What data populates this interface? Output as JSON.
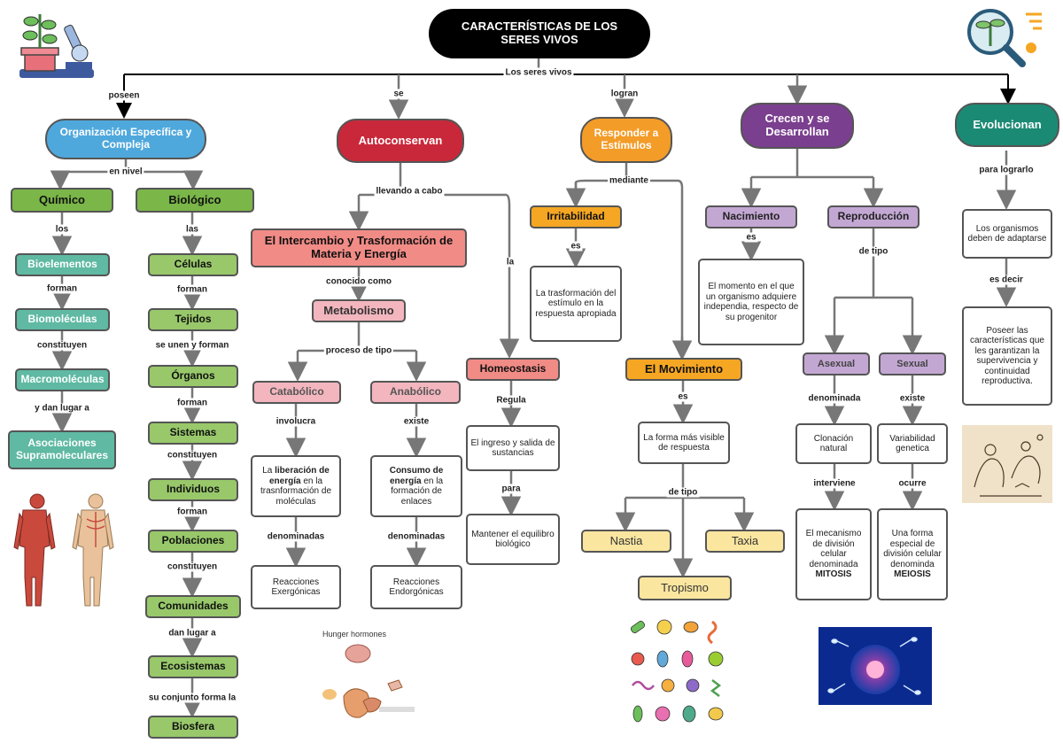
{
  "title": "CARACTERÍSTICAS DE LOS SERES VIVOS",
  "root_label": "Los seres vivos",
  "branches": {
    "org": {
      "connector": "poseen",
      "label": "Organización Específica y Compleja",
      "sub_label": "en nivel"
    },
    "auto": {
      "connector": "se",
      "label": "Autoconservan",
      "sub_label": "llevando a cabo"
    },
    "resp": {
      "connector": "logran",
      "label": "Responder a Estímulos",
      "sub_label": "mediante"
    },
    "crec": {
      "label": "Crecen y se Desarrollan"
    },
    "evol": {
      "label": "Evolucionan"
    }
  },
  "quimico": {
    "label": "Químico",
    "chain": [
      {
        "conn": "los",
        "label": "Bioelementos"
      },
      {
        "conn": "forman",
        "label": "Biomoléculas"
      },
      {
        "conn": "constituyen",
        "label": "Macromoléculas"
      },
      {
        "conn": "y dan lugar a",
        "label": "Asociaciones Supramoleculares"
      }
    ]
  },
  "biologico": {
    "label": "Biológico",
    "chain": [
      {
        "conn": "las",
        "label": "Células"
      },
      {
        "conn": "forman",
        "label": "Tejidos"
      },
      {
        "conn": "se unen y forman",
        "label": "Órganos"
      },
      {
        "conn": "forman",
        "label": "Sistemas"
      },
      {
        "conn": "constituyen",
        "label": "Individuos"
      },
      {
        "conn": "forman",
        "label": "Poblaciones"
      },
      {
        "conn": "constituyen",
        "label": "Comunidades"
      },
      {
        "conn": "dan lugar a",
        "label": "Ecosistemas"
      },
      {
        "conn": "su conjunto forma la",
        "label": "Biosfera"
      }
    ]
  },
  "autoconservan": {
    "intercambio": "El Intercambio y Trasformación de Materia y Energía",
    "conocido": "conocido como",
    "metabolismo": "Metabolismo",
    "proceso": "proceso de tipo",
    "catabolico": {
      "label": "Catabólico",
      "conn": "involucra",
      "desc_bold": "liberación de energía",
      "desc_pre": "La",
      "desc_post": "en la trasnformación de moléculas",
      "conn2": "denominadas",
      "final": "Reacciones Exergónicas"
    },
    "anabolico": {
      "label": "Anabólico",
      "conn": "existe",
      "desc_bold": "Consumo de energía",
      "desc_post": "en la formación de enlaces",
      "conn2": "denominadas",
      "final": "Reacciones Endorgónicas"
    },
    "la": "la",
    "homeostasis": {
      "label": "Homeostasis",
      "conn": "Regula",
      "desc": "El ingreso y salida de sustancias",
      "conn2": "para",
      "final": "Mantener el equilibro biológico"
    }
  },
  "responder": {
    "irritabilidad": {
      "label": "Irritabilidad",
      "conn": "es",
      "desc": "La trasformación del estímulo en la respuesta apropiada"
    },
    "movimiento": {
      "label": "El Movimiento",
      "conn": "es",
      "desc": "La forma más visible de respuesta",
      "conn2": "de tipo",
      "types": [
        "Nastia",
        "Taxia",
        "Tropismo"
      ]
    }
  },
  "crecen": {
    "nacimiento": {
      "label": "Nacimiento",
      "conn": "es",
      "desc": "El momento en el que un organismo adquiere independia, respecto de su progenitor"
    },
    "reproduccion": {
      "label": "Reproducción",
      "conn": "de tipo"
    },
    "asexual": {
      "label": "Asexual",
      "conn": "denominada",
      "desc": "Clonación natural",
      "conn2": "interviene",
      "final_pre": "El mecanismo de división celular denominada",
      "final_bold": "MITOSIS"
    },
    "sexual": {
      "label": "Sexual",
      "conn": "existe",
      "desc": "Variabilidad genetica",
      "conn2": "ocurre",
      "final_pre": "Una forma especial de división celular denominda",
      "final_bold": "MEIOSIS"
    }
  },
  "evolucionan": {
    "conn": "para lograrlo",
    "desc": "Los organismos deben de adaptarse",
    "conn2": "es decir",
    "final": "Poseer las características que les garantizan la supervivencia y continuidad reproductiva."
  },
  "images": {
    "hunger": "Hunger hormones"
  },
  "colors": {
    "title_bg": "#000000",
    "org": "#4fa8dc",
    "auto": "#c9283a",
    "resp": "#f39c28",
    "crec": "#7b3f8f",
    "evol": "#1b8a74",
    "quimico": "#7ab648",
    "bio_chain": "#98c86a",
    "quimico_chain": "#5fb9a3",
    "salmon": "#f18b86",
    "pink": "#f3b6be",
    "yellow": "#fbe6a0",
    "purple": "#c3a7d3"
  },
  "icons": [
    "plant-microscope-icon",
    "plant-magnifier-icon"
  ]
}
